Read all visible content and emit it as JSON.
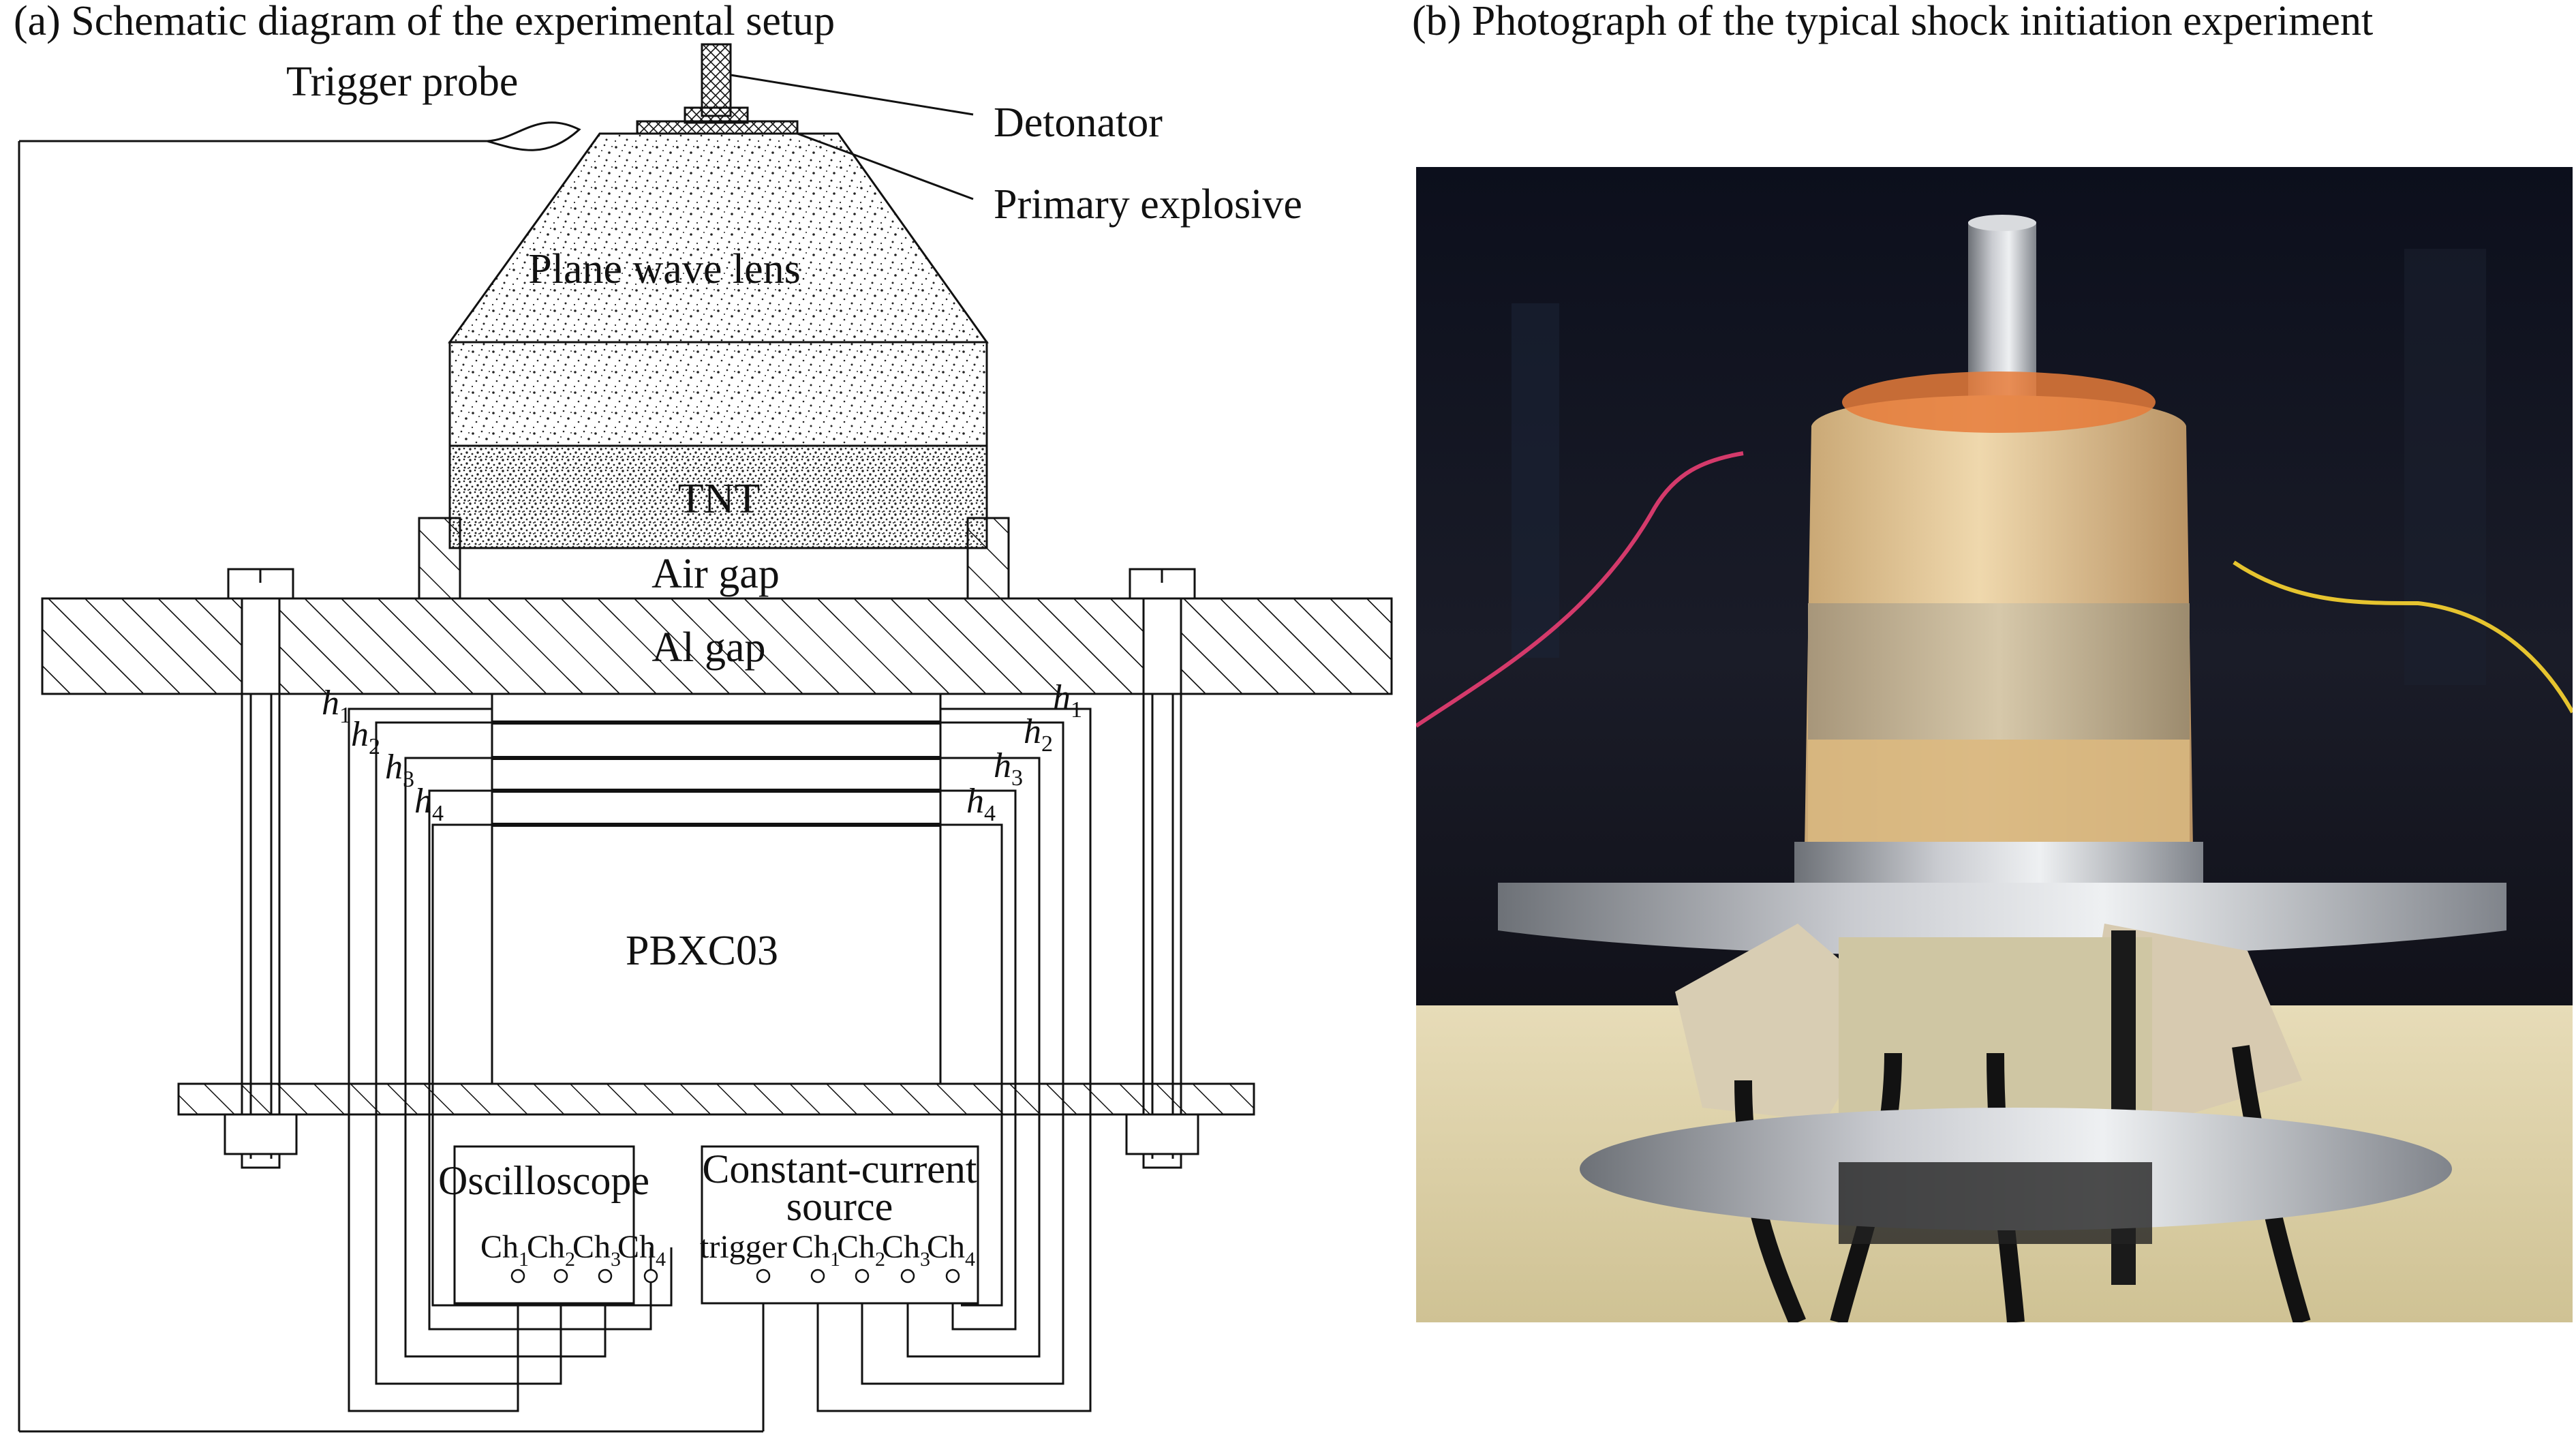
{
  "panel_a": {
    "title": "(a) Schematic diagram of the experimental setup",
    "labels": {
      "trigger_probe": "Trigger probe",
      "detonator": "Detonator",
      "primary_explosive": "Primary explosive",
      "plane_wave_lens": "Plane wave lens",
      "tnt": "TNT",
      "air_gap": "Air gap",
      "al_gap": "Al gap",
      "sample": "PBXC03",
      "oscilloscope": "Oscilloscope",
      "current_source_line1": "Constant-current",
      "current_source_line2": "source",
      "trigger": "trigger"
    },
    "gauges": [
      {
        "h": "h",
        "sub": "1"
      },
      {
        "h": "h",
        "sub": "2"
      },
      {
        "h": "h",
        "sub": "3"
      },
      {
        "h": "h",
        "sub": "4"
      }
    ],
    "channels": [
      {
        "ch": "Ch",
        "sub": "1"
      },
      {
        "ch": "Ch",
        "sub": "2"
      },
      {
        "ch": "Ch",
        "sub": "3"
      },
      {
        "ch": "Ch",
        "sub": "4"
      }
    ]
  },
  "panel_b": {
    "title": "(b) Photograph of the typical shock initiation experiment"
  }
}
